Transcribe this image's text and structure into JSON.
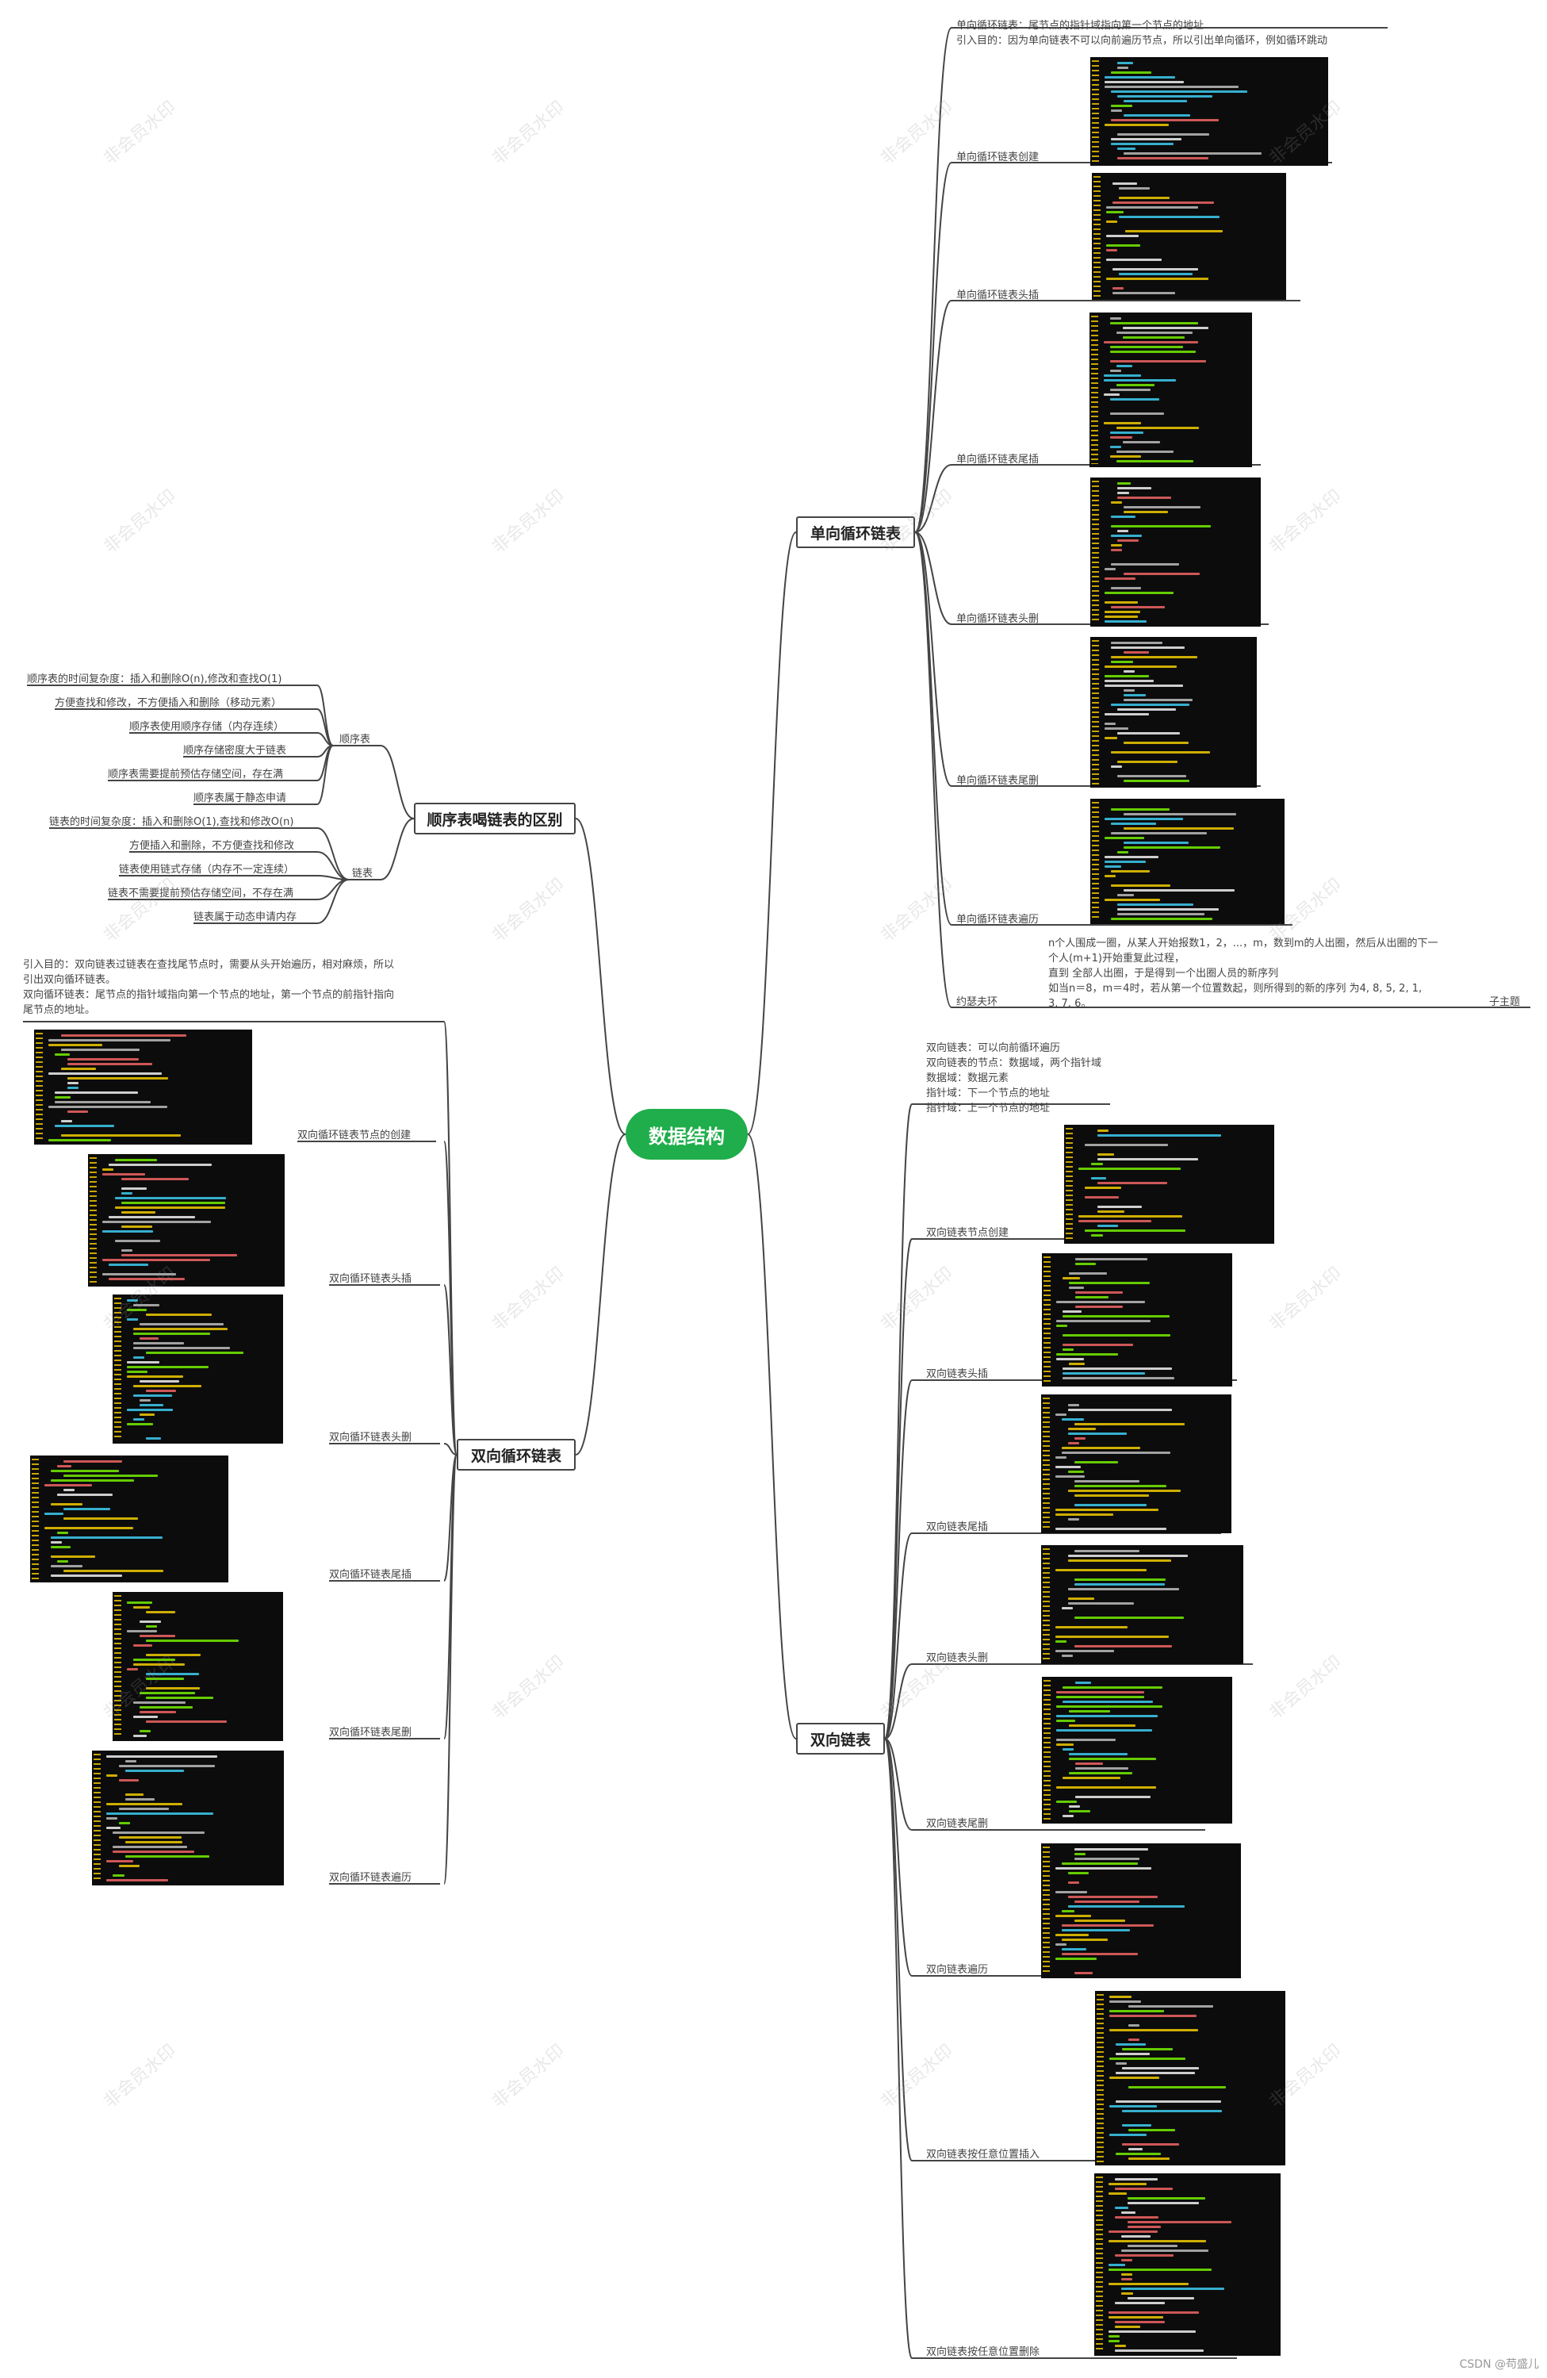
{
  "root": "数据结构",
  "branches": {
    "single": "单向循环链表",
    "compare": "顺序表喝链表的区别",
    "double_circ": "双向循环链表",
    "double": "双向链表"
  },
  "single": {
    "intro": [
      "单向循环链表：尾节点的指针域指向第一个节点的地址",
      "引入目的：因为单向链表不可以向前遍历节点，所以引出单向循环，例如循环跳动"
    ],
    "items": [
      "单向循环链表创建",
      "单向循环链表头插",
      "单向循环链表尾插",
      "单向循环链表头删",
      "单向循环链表尾删",
      "单向循环链表遍历",
      "约瑟夫环"
    ],
    "josephus": [
      "n个人围成一圈，从某人开始报数1，2，...，m，数到m的人出圈，然后从出圈的下一",
      "个人(m+1)开始重复此过程，",
      "直到    全部人出圈，于是得到一个出圈人员的新序列",
      "如当n＝8，m＝4时，若从第一个位置数起，则所得到的新的序列    为4, 8, 5, 2, 1,",
      "3, 7, 6。"
    ],
    "josephus_tag": "子主题"
  },
  "compare": {
    "seq": {
      "label": "顺序表",
      "items": [
        "顺序表的时间复杂度：插入和删除O(n),修改和查找O(1)",
        "方便查找和修改，不方便插入和删除（移动元素）",
        "顺序表使用顺序存储（内存连续）",
        "顺序存储密度大于链表",
        "顺序表需要提前预估存储空间，存在满",
        "顺序表属于静态申请"
      ]
    },
    "link": {
      "label": "链表",
      "items": [
        "链表的时间复杂度：插入和删除O(1),查找和修改O(n)",
        "方便插入和删除，不方便查找和修改",
        "链表使用链式存储（内存不一定连续）",
        "链表不需要提前预估存储空间，不存在满",
        "链表属于动态申请内存"
      ]
    }
  },
  "double_circ": {
    "intro": [
      "引入目的：双向链表过链表在查找尾节点时，需要从头开始遍历，相对麻烦，所以",
      "引出双向循环链表。",
      "双向循环链表：尾节点的指针域指向第一个节点的地址，第一个节点的前指针指向",
      "尾节点的地址。"
    ],
    "items": [
      "双向循环链表节点的创建",
      "双向循环链表头插",
      "双向循环链表头删",
      "双向循环链表尾插",
      "双向循环链表尾删",
      "双向循环链表遍历"
    ]
  },
  "double": {
    "intro": [
      "双向链表：可以向前循环遍历",
      "双向链表的节点：数据域，两个指针域",
      "数据域：数据元素",
      "指针域：下一个节点的地址",
      "指针域：上一个节点的地址"
    ],
    "items": [
      "双向链表节点创建",
      "双向链表头插",
      "双向链表尾插",
      "双向链表头删",
      "双向链表尾删",
      "双向链表遍历",
      "双向链表按任意位置插入",
      "双向链表按任意位置删除"
    ]
  },
  "watermark": "非会员水印",
  "footer": "CSDN @苟盛儿",
  "colors": {
    "root": "#1fae4b",
    "code_bg": "#0c0c0c",
    "code_lines": [
      "#ffd700",
      "#41d8ff",
      "#ffffff",
      "#ff6a6a",
      "#7cfc00",
      "#c8c8c8"
    ]
  }
}
